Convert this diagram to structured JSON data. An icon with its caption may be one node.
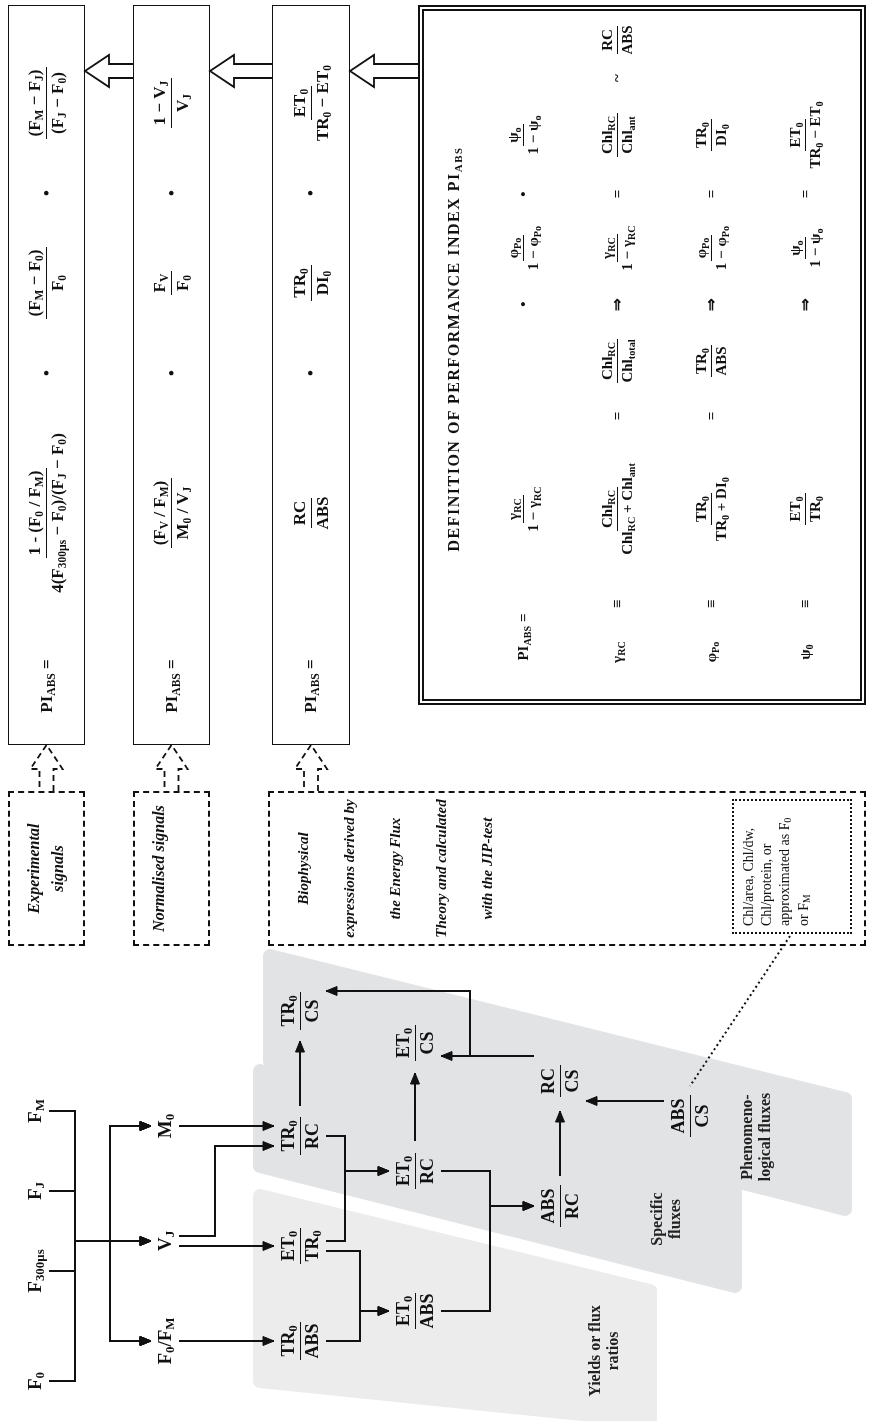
{
  "diagram": {
    "nodes": [
      {
        "text": [
          "F$_{0}$"
        ]
      },
      {
        "text": [
          "F$_{300µs}$"
        ]
      },
      {
        "text": [
          "F$_{J}$"
        ]
      },
      {
        "text": [
          "F$_{M}$"
        ]
      },
      {
        "text": [
          "F$_{0}$/F$_{M}$"
        ]
      },
      {
        "text": [
          "V$_{J}$"
        ]
      },
      {
        "text": [
          "M$_{0}$"
        ]
      },
      {
        "text": [
          "Yields or flux ratios"
        ]
      },
      {
        "text": [
          "TR$_{0}$",
          "ABS"
        ],
        "in": 7
      },
      {
        "text": [
          "ET$_{0}$",
          "TR$_{0}$"
        ],
        "in": 7
      },
      {
        "text": [
          "ET$_{0}$",
          "ABS"
        ],
        "in": 7
      },
      {
        "text": [
          "Specific fluxes"
        ]
      },
      {
        "text": [
          "TR$_{0}$",
          "RC"
        ],
        "in": 11
      },
      {
        "text": [
          "ET$_{0}$",
          "RC"
        ],
        "in": 11
      },
      {
        "text": [
          "ABS",
          "RC"
        ],
        "in": 11
      },
      {
        "text": [
          "Phenomeno- logical fluxes"
        ]
      },
      {
        "text": [
          "TR$_{0}$",
          "CS"
        ],
        "in": 15
      },
      {
        "text": [
          "ET$_{0}$",
          "CS"
        ],
        "in": 15
      },
      {
        "text": [
          "RC",
          "CS"
        ],
        "in": 15
      },
      {
        "text": [
          "ABS",
          "CS"
        ],
        "in": 15
      },
      {
        "text": [
          "PI$_{ABS}$ =",
          "1 - (F$_{0}$ / F$_{M}$)",
          "4(F$_{300µs}$ − F$_{0}$)/(F$_{J}$ − F$_{0}$)",
          "•",
          "(F$_{M}$ − F$_{0}$)",
          "F$_{0}$",
          "•",
          "(F$_{M}$ − F$_{J}$)",
          "(F$_{J}$ − F$_{0}$)"
        ]
      },
      {
        "text": [
          "PI$_{ABS}$ =",
          "(F$_{V}$ / F$_{M}$)",
          "M$_{0}$ / V$_{J}$",
          "•",
          "F$_{V}$",
          "F$_{0}$",
          "•",
          "1 − V$_{J}$",
          "V$_{J}$"
        ]
      },
      {
        "text": [
          "PI$_{ABS}$ =",
          "RC",
          "ABS",
          "•",
          "TR$_{0}$",
          "DI$_{0}$",
          "•",
          "ET$_{0}$",
          "TR$_{0}$ − ET$_{0}$"
        ]
      },
      {
        "text": [
          "DEFINITION OF PERFORMANCE INDEX PI$_{ABS}$",
          "PI$_{ABS}$ =",
          "γ$_{RC}$",
          "1 − γ$_{RC}$",
          "•",
          "φ$_{Po}$",
          "1 − φ$_{Po}$",
          "•",
          "ψ$_{o}$",
          "1 − ψ$_{o}$",
          "γ$_{RC}$",
          "≡",
          "Chl$_{RC}$",
          "Chl$_{RC}$ + Chl$_{ant}$",
          "=",
          "Chl$_{RC}$",
          "Chl$_{total}$",
          "⇒",
          "γ$_{RC}$",
          "1 − γ$_{RC}$",
          "=",
          "Chl$_{RC}$",
          "Chl$_{ant}$",
          "~",
          "RC",
          "ABS",
          "φ$_{Po}$",
          "≡",
          "TR$_{0}$",
          "TR$_{0}$ + DI$_{0}$",
          "=",
          "TR$_{0}$",
          "ABS",
          "⇒",
          "φ$_{Po}$",
          "1 − φ$_{Po}$",
          "=",
          "TR$_{0}$",
          "DI$_{0}$",
          "ψ$_{0}$",
          "≡",
          "ET$_{0}$",
          "TR$_{0}$",
          "⇒",
          "ψ$_{o}$",
          "1 − ψ$_{o}$",
          "=",
          "ET$_{0}$",
          "TR$_{0}$ − ET$_{0}$"
        ]
      },
      {
        "text": [
          "Experimental signals"
        ]
      },
      {
        "text": [
          "Normalised signals"
        ]
      },
      {
        "text": [
          "Biophysical expressions derived by the Energy Flux Theory and calculated with the JIP-test"
        ]
      },
      {
        "text": [
          "Chl/area, Chl/dw, Chl/protein, or approximated as F$_{0}$ or F$_{M}$"
        ],
        "in": 26
      }
    ],
    "edges": [
      {
        "from": 0,
        "to": 4,
        "arrow": "to"
      },
      {
        "from": 0,
        "to": 5,
        "arrow": "to"
      },
      {
        "from": 0,
        "to": 6,
        "arrow": "to"
      },
      {
        "from": 1,
        "to": 4,
        "arrow": "to"
      },
      {
        "from": 1,
        "to": 5,
        "arrow": "to"
      },
      {
        "from": 1,
        "to": 6,
        "arrow": "to"
      },
      {
        "from": 2,
        "to": 4,
        "arrow": "to"
      },
      {
        "from": 2,
        "to": 5,
        "arrow": "to"
      },
      {
        "from": 2,
        "to": 6,
        "arrow": "to"
      },
      {
        "from": 3,
        "to": 4,
        "arrow": "to"
      },
      {
        "from": 3,
        "to": 5,
        "arrow": "to"
      },
      {
        "from": 3,
        "to": 6,
        "arrow": "to"
      },
      {
        "from": 4,
        "to": 8,
        "arrow": "to"
      },
      {
        "from": 5,
        "to": 9,
        "arrow": "to"
      },
      {
        "from": 5,
        "to": 12,
        "arrow": "to"
      },
      {
        "from": 6,
        "to": 12,
        "arrow": "to"
      },
      {
        "from": 8,
        "to": 10,
        "arrow": "to"
      },
      {
        "from": 9,
        "to": 10,
        "arrow": "to"
      },
      {
        "from": 9,
        "to": 13,
        "arrow": "to"
      },
      {
        "from": 12,
        "to": 13,
        "arrow": "to"
      },
      {
        "from": 10,
        "to": 14,
        "arrow": "to"
      },
      {
        "from": 13,
        "to": 14,
        "arrow": "to"
      },
      {
        "from": 12,
        "to": 16,
        "arrow": "to"
      },
      {
        "from": 13,
        "to": 17,
        "arrow": "to"
      },
      {
        "from": 18,
        "to": 16,
        "arrow": "to"
      },
      {
        "from": 18,
        "to": 17,
        "arrow": "to"
      },
      {
        "from": 14,
        "to": 18,
        "arrow": "to"
      },
      {
        "from": 19,
        "to": 18,
        "arrow": "to"
      },
      {
        "from": 27,
        "to": 19,
        "arrow": "none",
        "style": "dashed"
      },
      {
        "from": 23,
        "to": 22,
        "arrow": "to"
      },
      {
        "from": 22,
        "to": 21,
        "arrow": "to"
      },
      {
        "from": 21,
        "to": 20,
        "arrow": "to"
      },
      {
        "from": 24,
        "to": 20,
        "arrow": "to",
        "style": "dashed"
      },
      {
        "from": 25,
        "to": 21,
        "arrow": "to",
        "style": "dashed"
      },
      {
        "from": 26,
        "to": 22,
        "arrow": "to",
        "style": "dashed"
      }
    ]
  }
}
